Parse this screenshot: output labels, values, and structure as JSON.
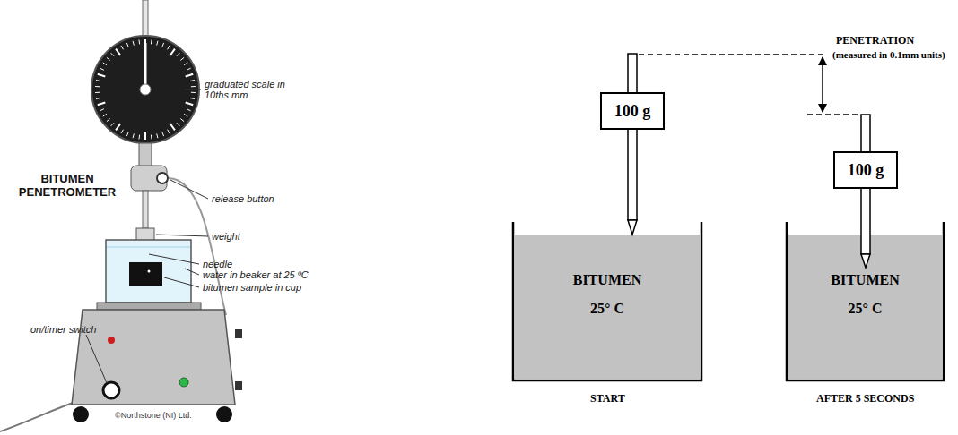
{
  "diagram": {
    "nodes": [
      {
        "text": [
          "100 g"
        ]
      },
      {
        "text": [
          "BITUMEN",
          "25° C"
        ]
      },
      {
        "text": [
          "100 g"
        ]
      },
      {
        "text": [
          "BITUMEN",
          "25° C"
        ]
      }
    ],
    "labels": [
      "graduated scale in 10ths mm",
      "release button",
      "weight",
      "needle",
      "water in beaker at 25 ºC",
      "bitumen sample in cup",
      "BITUMEN PENETROMETER",
      "on/timer switch",
      "©Northstone (NI) Ltd.",
      "PENETRATION",
      "(measured in 0.1mm units)",
      "START",
      "AFTER 5 SECONDS"
    ]
  }
}
